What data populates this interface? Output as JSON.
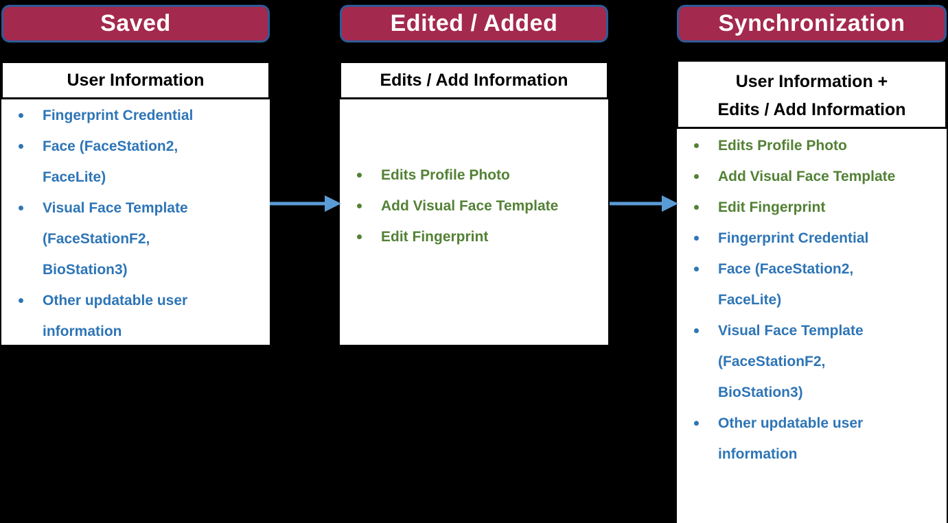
{
  "colors": {
    "background": "#000000",
    "bar_fill": "#A3294E",
    "bar_border": "#2E5B97",
    "bar_text": "#FFFFFF",
    "panel_bg": "#FFFFFF",
    "header_text": "#000000",
    "blue": "#2E75B6",
    "green": "#538135",
    "arrow": "#5B9BD5"
  },
  "columns": [
    {
      "title": "Saved",
      "panel_header": "User Information",
      "panel_header_lines": [
        "User Information"
      ],
      "items": [
        {
          "color": "blue",
          "lines": [
            "Fingerprint Credential"
          ]
        },
        {
          "color": "blue",
          "lines": [
            "Face (FaceStation2,",
            "FaceLite)"
          ]
        },
        {
          "color": "blue",
          "lines": [
            "Visual Face Template",
            "(FaceStationF2,",
            "BioStation3)"
          ]
        },
        {
          "color": "blue",
          "lines": [
            "Other updatable user",
            "information"
          ]
        }
      ]
    },
    {
      "title": "Edited / Added",
      "panel_header": "Edits / Add Information",
      "panel_header_lines": [
        "Edits / Add Information"
      ],
      "items": [
        {
          "color": "green",
          "lines": [
            "Edits Profile Photo"
          ]
        },
        {
          "color": "green",
          "lines": [
            "Add Visual Face Template"
          ]
        },
        {
          "color": "green",
          "lines": [
            "Edit Fingerprint"
          ]
        }
      ]
    },
    {
      "title": "Synchronization",
      "panel_header": "User Information + Edits / Add Information",
      "panel_header_lines": [
        "User Information +",
        "Edits / Add Information"
      ],
      "items": [
        {
          "color": "green",
          "lines": [
            "Edits Profile Photo"
          ]
        },
        {
          "color": "green",
          "lines": [
            "Add Visual Face Template"
          ]
        },
        {
          "color": "green",
          "lines": [
            "Edit Fingerprint"
          ]
        },
        {
          "color": "blue",
          "lines": [
            "Fingerprint Credential"
          ]
        },
        {
          "color": "blue",
          "lines": [
            "Face (FaceStation2,",
            "FaceLite)"
          ]
        },
        {
          "color": "blue",
          "lines": [
            "Visual Face Template",
            "(FaceStationF2,",
            "BioStation3)"
          ]
        },
        {
          "color": "blue",
          "lines": [
            "Other updatable user",
            "information"
          ]
        }
      ]
    }
  ],
  "arrows": [
    {
      "name": "arrow-saved-to-edited"
    },
    {
      "name": "arrow-edited-to-synchronization"
    }
  ]
}
